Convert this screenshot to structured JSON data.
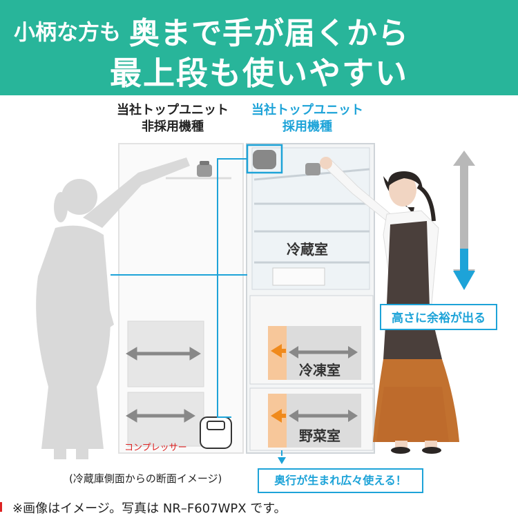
{
  "banner": {
    "small": "小柄な方も",
    "big": "奥まで手が届くから",
    "line2": "最上段も使いやすい"
  },
  "columns": {
    "left_line1": "当社トップユニット",
    "left_line2": "非採用機種",
    "right_line1": "当社トップユニット",
    "right_line2": "採用機種"
  },
  "rooms": {
    "fridge": "冷蔵室",
    "freezer": "冷凍室",
    "vegetable": "野菜室"
  },
  "labels": {
    "compressor": "コンプレッサー",
    "height_callout": "高さに余裕が出る",
    "depth_callout": "奥行が生まれ広々使える！",
    "section_note": "(冷蔵庫側面からの断面イメージ)",
    "footnote": "※画像はイメージ。写真は NR–F607WPX です。"
  },
  "colors": {
    "banner": "#28b59a",
    "accent_blue": "#1da3d8",
    "arrow_orange": "#f08a1c",
    "silhouette": "#d9d9d9"
  }
}
